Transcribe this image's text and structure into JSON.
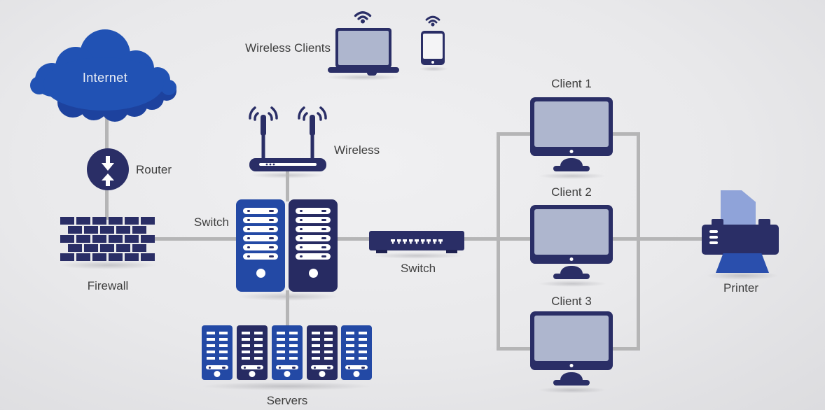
{
  "diagram": {
    "type": "network-topology",
    "labels": {
      "internet": "Internet",
      "router": "Router",
      "firewall": "Firewall",
      "core_switch": "Switch",
      "wireless_ap": "Wireless",
      "wireless_clients": "Wireless Clients",
      "access_switch": "Switch",
      "servers": "Servers",
      "client_1": "Client 1",
      "client_2": "Client 2",
      "client_3": "Client 3",
      "printer": "Printer"
    },
    "colors": {
      "background": "#e9e9eb",
      "cloud_blue": "#2152b4",
      "cloud_shadow_blue": "#1d429e",
      "device_navy": "#2a2e66",
      "device_navy_dark": "#272b62",
      "device_blue": "#2349a5",
      "monitor_screen": "#aeb6ce",
      "printer_paper_blue": "#8fa3d9",
      "printer_tray_blue": "#2a4fad",
      "connector_gray": "#b5b5b6",
      "label_text": "#3f3f3f",
      "detail_white": "#ffffff"
    },
    "connections": [
      {
        "from": "Internet",
        "to": "Router"
      },
      {
        "from": "Router",
        "to": "Firewall"
      },
      {
        "from": "Firewall",
        "to": "Switch (core)"
      },
      {
        "from": "Wireless",
        "to": "Switch (core)"
      },
      {
        "from": "Switch (core)",
        "to": "Servers"
      },
      {
        "from": "Switch (core)",
        "to": "Switch (access)"
      },
      {
        "from": "Switch (access)",
        "to": "Client 1"
      },
      {
        "from": "Switch (access)",
        "to": "Client 2"
      },
      {
        "from": "Switch (access)",
        "to": "Client 3"
      },
      {
        "from": "Client bus",
        "to": "Printer"
      }
    ]
  }
}
